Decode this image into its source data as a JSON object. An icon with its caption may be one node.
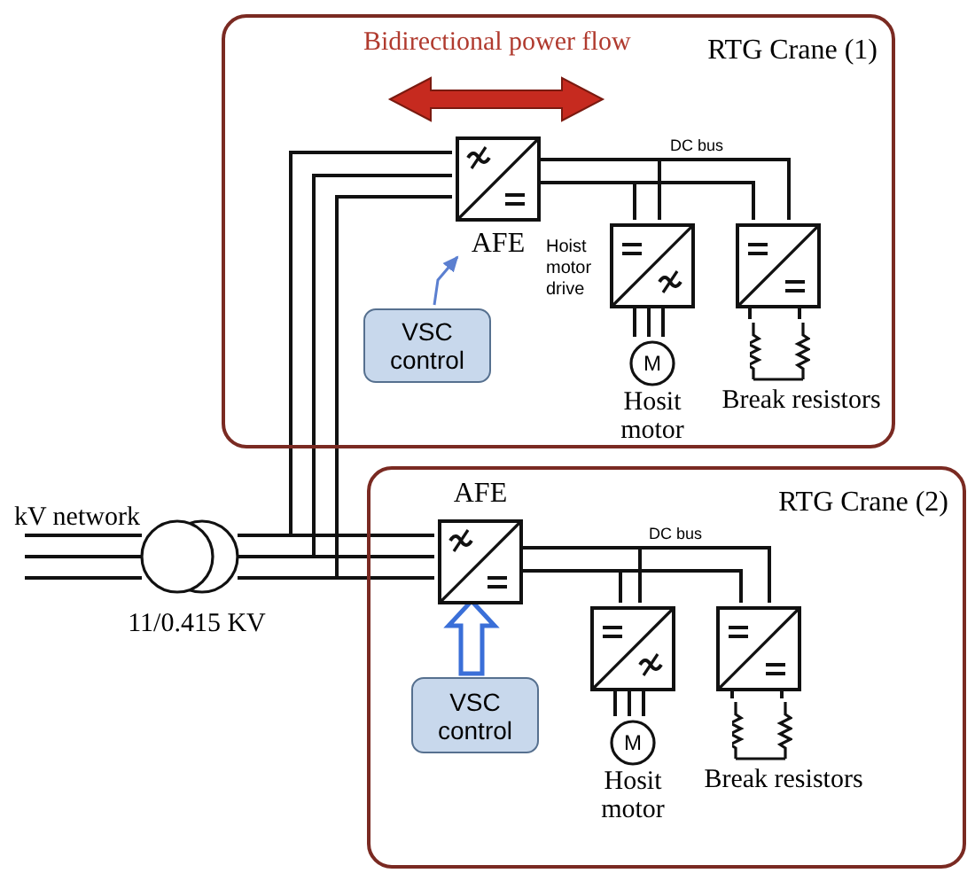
{
  "diagram": {
    "nodes": [
      {
        "text": [
          "RTG Crane (1)"
        ]
      },
      {
        "text": [
          "AFE"
        ],
        "in": 0
      },
      {
        "text": [
          "Hoist motor drive"
        ],
        "in": 0
      },
      {
        "text": [],
        "shape": "box",
        "in": 0
      },
      {
        "text": [
          "M"
        ],
        "beside": [
          "Hosit motor"
        ],
        "in": 0
      },
      {
        "text": [
          "Break resistors"
        ],
        "in": 0
      },
      {
        "text": [
          "VSC control"
        ],
        "in": 0
      },
      {
        "text": [
          "RTG Crane (2)"
        ]
      },
      {
        "text": [
          "AFE"
        ],
        "in": 7
      },
      {
        "text": [],
        "shape": "box",
        "in": 7
      },
      {
        "text": [],
        "shape": "box",
        "in": 7
      },
      {
        "text": [
          "M"
        ],
        "beside": [
          "Hosit motor"
        ],
        "in": 7
      },
      {
        "text": [
          "Break resistors"
        ],
        "in": 7
      },
      {
        "text": [
          "VSC control"
        ],
        "in": 7
      },
      {
        "text": [
          "11/0.415 KV"
        ]
      },
      {
        "text": [
          "kV network"
        ]
      }
    ],
    "edges": [
      {
        "from": 14,
        "to": 1,
        "arrow": "none"
      },
      {
        "from": 14,
        "to": 1,
        "arrow": "none"
      },
      {
        "from": 14,
        "to": 1,
        "arrow": "none"
      },
      {
        "from": 14,
        "to": 8,
        "arrow": "none"
      },
      {
        "from": 14,
        "to": 8,
        "arrow": "none"
      },
      {
        "from": 14,
        "to": 8,
        "arrow": "none"
      },
      {
        "from": 15,
        "to": 14,
        "arrow": "none"
      },
      {
        "from": 1,
        "to": 2,
        "arrow": "none"
      },
      {
        "from": 1,
        "to": 2,
        "arrow": "none"
      },
      {
        "from": 1,
        "to": 3,
        "label": "DC bus",
        "arrow": "none"
      },
      {
        "from": 1,
        "to": 3,
        "arrow": "none"
      },
      {
        "from": 2,
        "to": 4,
        "arrow": "none"
      },
      {
        "from": 2,
        "to": 4,
        "arrow": "none"
      },
      {
        "from": 2,
        "to": 4,
        "arrow": "none"
      },
      {
        "from": 3,
        "to": 5,
        "arrow": "none"
      },
      {
        "from": 3,
        "to": 5,
        "arrow": "none"
      },
      {
        "from": 6,
        "to": 1,
        "arrow": "to",
        "color": "#5b7fd0"
      },
      {
        "from": 8,
        "to": 9,
        "arrow": "none"
      },
      {
        "from": 8,
        "to": 9,
        "arrow": "none"
      },
      {
        "from": 8,
        "to": 10,
        "label": "DC bus",
        "arrow": "none"
      },
      {
        "from": 8,
        "to": 10,
        "arrow": "none"
      },
      {
        "from": 9,
        "to": 11,
        "arrow": "none"
      },
      {
        "from": 9,
        "to": 11,
        "arrow": "none"
      },
      {
        "from": 9,
        "to": 11,
        "arrow": "none"
      },
      {
        "from": 10,
        "to": 12,
        "arrow": "none"
      },
      {
        "from": 10,
        "to": 12,
        "arrow": "none"
      },
      {
        "from": 13,
        "to": 8,
        "arrow": "to",
        "style": "thick",
        "color": "#3a6fd8"
      }
    ],
    "labels": [
      "Bidirectional power flow"
    ]
  }
}
